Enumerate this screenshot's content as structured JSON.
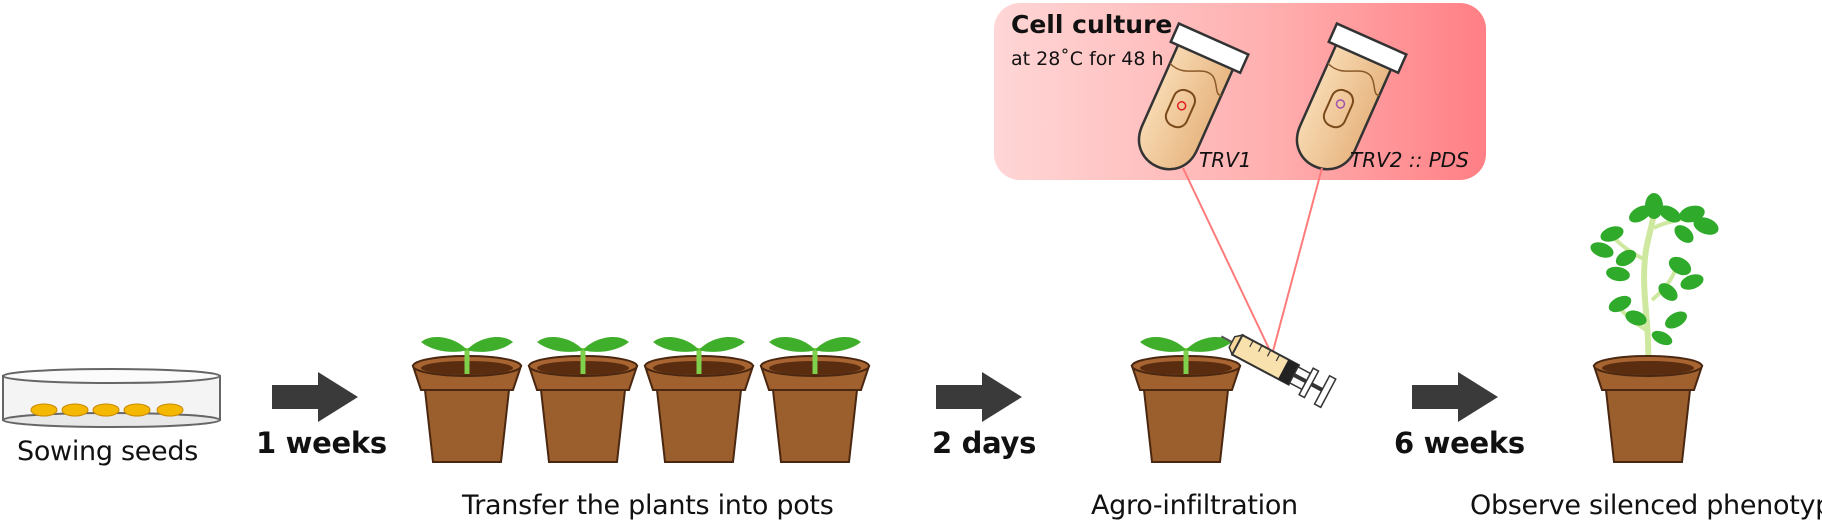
{
  "steps": {
    "sowing": "Sowing seeds",
    "transfer": "Transfer the plants into pots",
    "agro": "Agro-infiltration",
    "observe": "Observe silenced phenotype"
  },
  "intervals": {
    "first": "1 weeks",
    "second": "2 days",
    "third": "6 weeks"
  },
  "cell_culture": {
    "title": "Cell culture",
    "condition": "at 28˚C for 48 h",
    "tube1_label": "TRV1",
    "tube2_label": "TRV2 :: PDS"
  },
  "colors": {
    "pot": "#9b5f2e",
    "soil": "#5a2d10",
    "leaf": "#3fae2a",
    "arrow": "#3a3a3a",
    "seed": "#f5b800",
    "box_gradient_start": "#ffe0e0",
    "box_gradient_end": "#ff7f83"
  }
}
